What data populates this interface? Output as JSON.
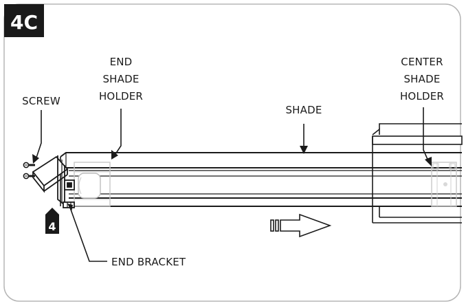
{
  "figure": {
    "step_id": "4C",
    "step_number": "4",
    "colors": {
      "ink": "#1a1a1a",
      "border": "#b5b5b5",
      "light_part": "#d9d9d9",
      "tag_bg": "#1a1a1a"
    },
    "labels": {
      "screw": "SCREW",
      "end_shade_holder": [
        "END",
        "SHADE",
        "HOLDER"
      ],
      "shade": "SHADE",
      "center_shade_holder": [
        "CENTER",
        "SHADE",
        "HOLDER"
      ],
      "end_bracket": "END BRACKET"
    }
  }
}
